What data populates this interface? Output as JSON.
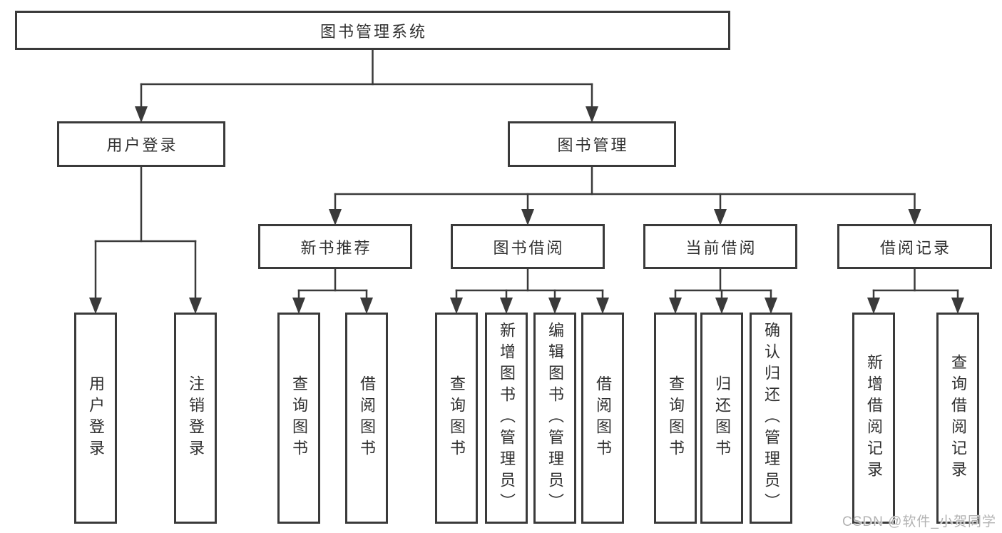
{
  "tree": {
    "id": "library-system",
    "label": "图书管理系统",
    "children": [
      {
        "id": "user-login",
        "label": "用户登录",
        "children": [
          {
            "id": "user-login-leaf",
            "label": "用户登录"
          },
          {
            "id": "logout-leaf",
            "label": "注销登录"
          }
        ]
      },
      {
        "id": "book-management",
        "label": "图书管理",
        "children": [
          {
            "id": "new-book-recommend",
            "label": "新书推荐",
            "children": [
              {
                "id": "nbr-query-books",
                "label": "查询图书"
              },
              {
                "id": "nbr-borrow-books",
                "label": "借阅图书"
              }
            ]
          },
          {
            "id": "book-borrowing",
            "label": "图书借阅",
            "children": [
              {
                "id": "bb-query-books",
                "label": "查询图书"
              },
              {
                "id": "bb-add-books-admin",
                "label": "新增图书（管理员）"
              },
              {
                "id": "bb-edit-books-admin",
                "label": "编辑图书（管理员）"
              },
              {
                "id": "bb-borrow-books",
                "label": "借阅图书"
              }
            ]
          },
          {
            "id": "current-borrowing",
            "label": "当前借阅",
            "children": [
              {
                "id": "cb-query-books",
                "label": "查询图书"
              },
              {
                "id": "cb-return-books",
                "label": "归还图书"
              },
              {
                "id": "cb-confirm-return-admin",
                "label": "确认归还（管理员）"
              }
            ]
          },
          {
            "id": "borrowing-records",
            "label": "借阅记录",
            "children": [
              {
                "id": "br-add-record",
                "label": "新增借阅记录"
              },
              {
                "id": "br-query-record",
                "label": "查询借阅记录"
              }
            ]
          }
        ]
      }
    ]
  },
  "watermark": {
    "text": "CSDN @软件_小贺同学"
  },
  "colors": {
    "line": "#3a3a3a",
    "text": "#303030",
    "watermark": "#b3b3b3",
    "background": "#ffffff"
  }
}
